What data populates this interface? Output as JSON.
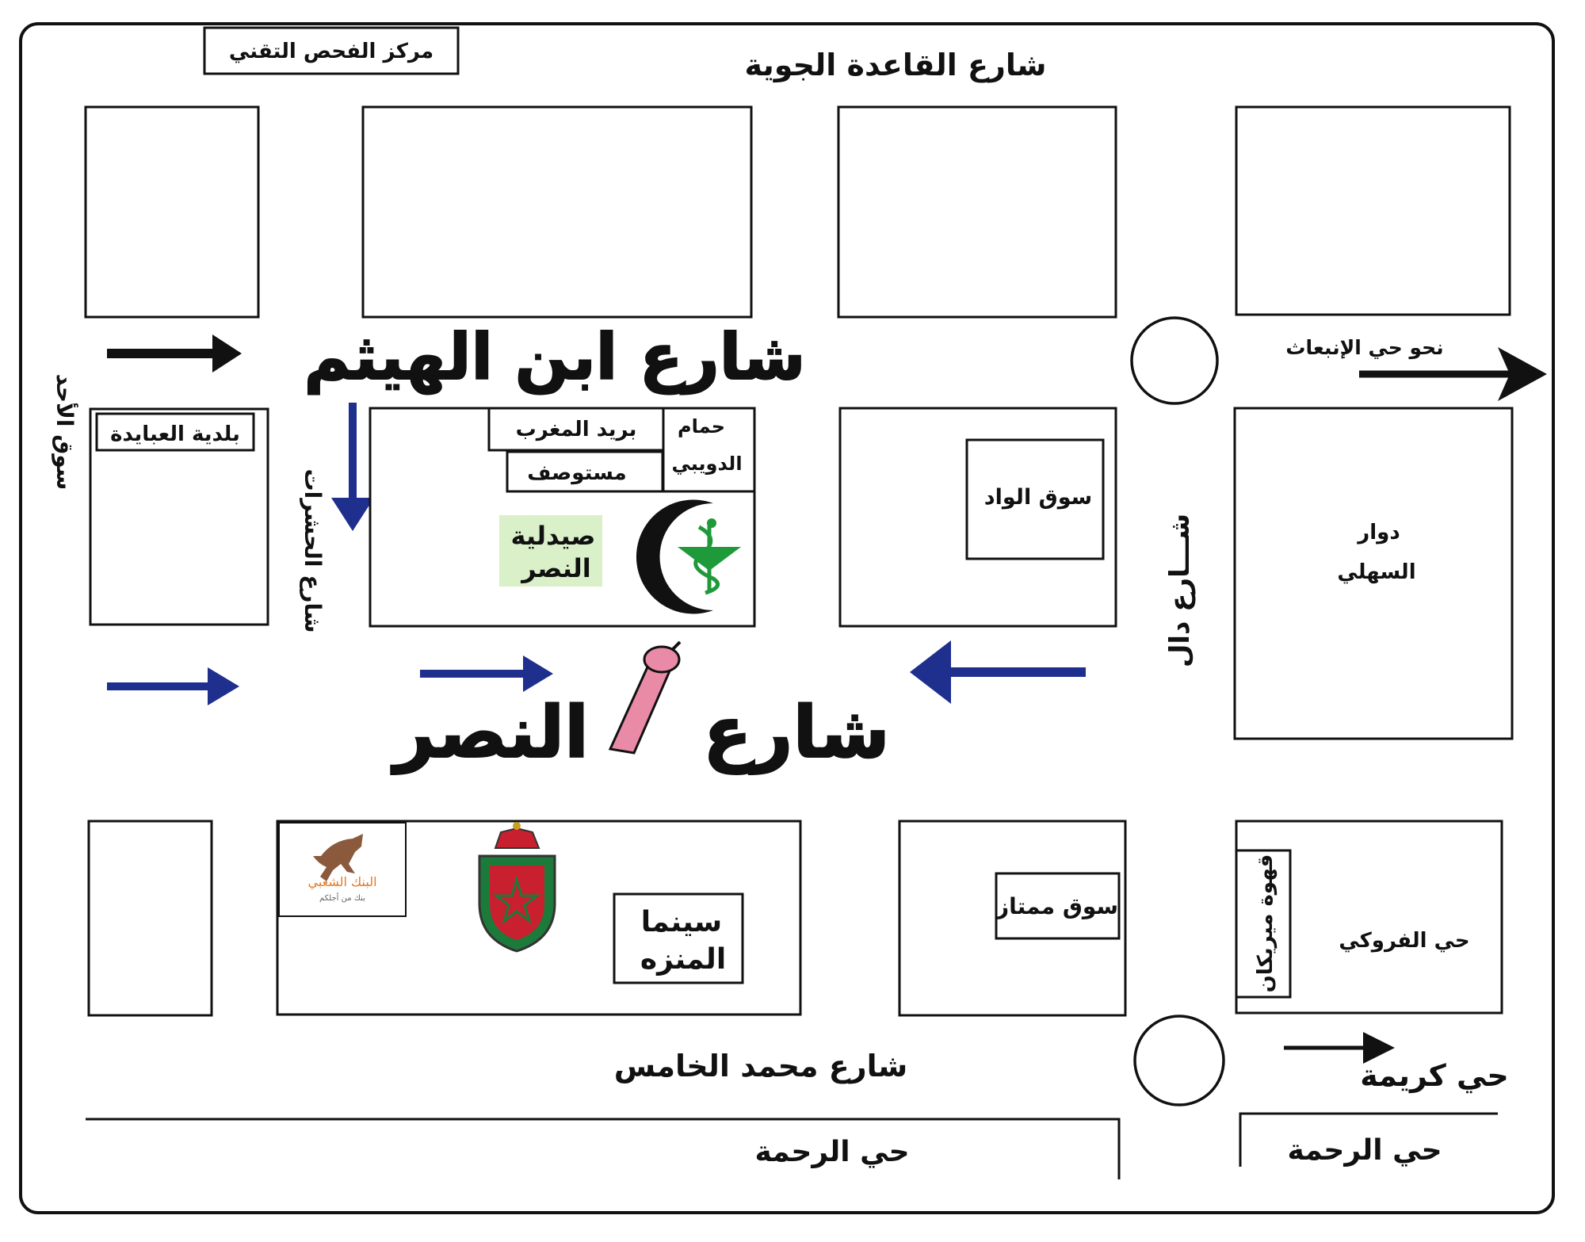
{
  "streets": {
    "airbase": "شارع القاعدة الجوية",
    "ibn_haytham": "شارع ابن الهيثم",
    "nasr_1": "شارع",
    "nasr_2": "النصر",
    "mohammed_v": "شارع محمد الخامس",
    "hachrat": "شارع الحشرات",
    "dal": "شـــارع دال",
    "souk_ahad": "سوق الأحد"
  },
  "places": {
    "inspection_center": "مركز الفحص التقني",
    "baladiya": "بلدية العبايدة",
    "barid": "بريد المغرب",
    "hammam_1": "حمام",
    "hammam_2": "الدويبي",
    "clinic": "مستوصف",
    "pharmacy_1": "صيدلية",
    "pharmacy_2": "النصر",
    "souk_wad": "سوق الواد",
    "douar_1": "دوار",
    "douar_2": "السهلي",
    "to_inbiat": "نحو حي الإنبعاث",
    "bank_name": "البنك الشعبي",
    "bank_tagline": "بنك من أجلكم",
    "cinema_1": "سينما",
    "cinema_2": "المنزه",
    "souk_mtaz": "سوق ممتاز",
    "cafe": "قهوة ميريكان",
    "farouki": "حي الفروكي",
    "karima": "حي كريمة",
    "rahma_1": "حي الرحمة",
    "rahma_2": "حي الرحمة"
  },
  "colors": {
    "arrow_blue": "#1e2f8e",
    "arrow_black": "#111111",
    "pharmacy_green": "#1f9a3a",
    "marker_pink": "#e98aa6",
    "emblem_red": "#c8202f",
    "emblem_green": "#1c7a3a"
  },
  "icons": {
    "pharmacy": "pharmacy-crescent-icon",
    "bank": "bank-horse-logo",
    "police": "police-emblem-icon",
    "marker": "pointing-hand-marker-icon"
  }
}
